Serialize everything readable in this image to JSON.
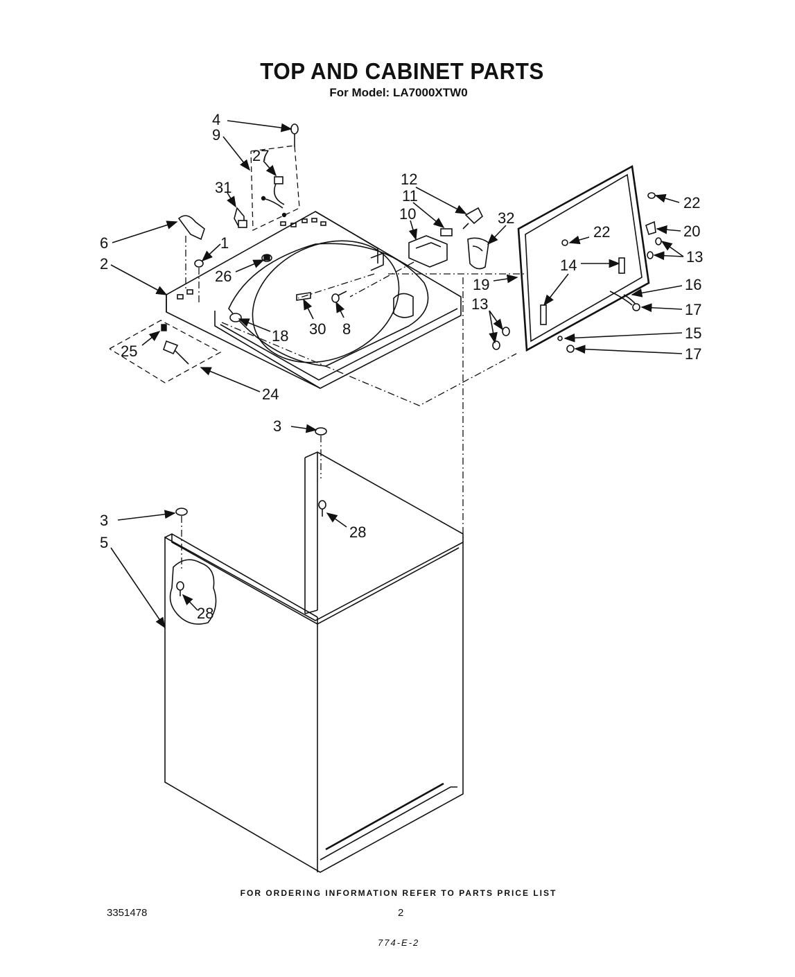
{
  "title": "TOP AND CABINET PARTS",
  "subtitle": "For Model: LA7000XTW0",
  "footer": "FOR ORDERING INFORMATION REFER TO PARTS PRICE LIST",
  "document_number": "3351478",
  "page_number": "2",
  "bottom_code": "774-E-2",
  "callouts": [
    "1",
    "2",
    "3",
    "3",
    "4",
    "5",
    "6",
    "8",
    "9",
    "10",
    "11",
    "12",
    "13",
    "13",
    "14",
    "15",
    "16",
    "17",
    "17",
    "18",
    "19",
    "20",
    "22",
    "22",
    "24",
    "25",
    "26",
    "27",
    "28",
    "28",
    "30",
    "31",
    "32"
  ]
}
